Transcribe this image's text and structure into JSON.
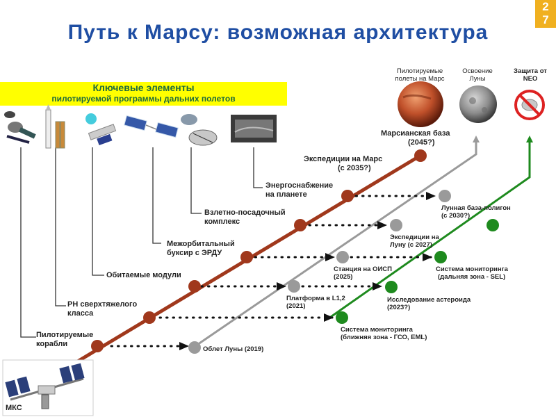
{
  "title": "Путь к Марсу: возможная архитектура",
  "page_badge": [
    "2",
    "7"
  ],
  "key_elements": {
    "line1": "Ключевые элементы",
    "line2": "пилотируемой программы дальних полетов"
  },
  "elements": [
    {
      "l1": "Пилотируемые",
      "l2": "корабли"
    },
    {
      "l1": "РН сверхтяжелого",
      "l2": "класса"
    },
    {
      "l1": "Обитаемые модули",
      "l2": ""
    },
    {
      "l1": "Межорбитальный",
      "l2": "буксир с ЭРДУ"
    },
    {
      "l1": "Взлетно-посадочный",
      "l2": "комплекс"
    },
    {
      "l1": "Энергоснабжение",
      "l2": "на планете"
    }
  ],
  "mars_track": [
    {
      "l1": "Экспедиции на Марс",
      "l2": "(с 2035?)"
    },
    {
      "l1": "Марсианская база",
      "l2": "(2045?)"
    }
  ],
  "moon_track": [
    {
      "l1": "Облет Луны (2019)",
      "l2": ""
    },
    {
      "l1": "Платформа в L1,2",
      "l2": "(2021)"
    },
    {
      "l1": "Станция на ОИСП",
      "l2": "(2025)"
    },
    {
      "l1": "Экспедиции на",
      "l2": "Луну (с 2027)"
    },
    {
      "l1": "Лунная база-полигон",
      "l2": "(с 2030?)"
    }
  ],
  "neo_track": [
    {
      "l1": "Система мониторинга",
      "l2": "(ближняя зона - ГСО, EML)"
    },
    {
      "l1": "Исследование астероида",
      "l2": "(2023?)"
    },
    {
      "l1": "Система мониторинга",
      "l2": "(дальняя зона - SEL)"
    }
  ],
  "goals": [
    {
      "l1": "Пилотируемые",
      "l2": "полеты на Марс"
    },
    {
      "l1": "Освоение",
      "l2": "Луны"
    },
    {
      "l1": "Защита от",
      "l2": "NEO"
    }
  ],
  "iss_label": "МКС",
  "colors": {
    "mars": "#a0381c",
    "moon": "#9a9a9a",
    "neo": "#1e8a1e",
    "title": "#1f4ea3",
    "key_bg": "#ffff00"
  }
}
